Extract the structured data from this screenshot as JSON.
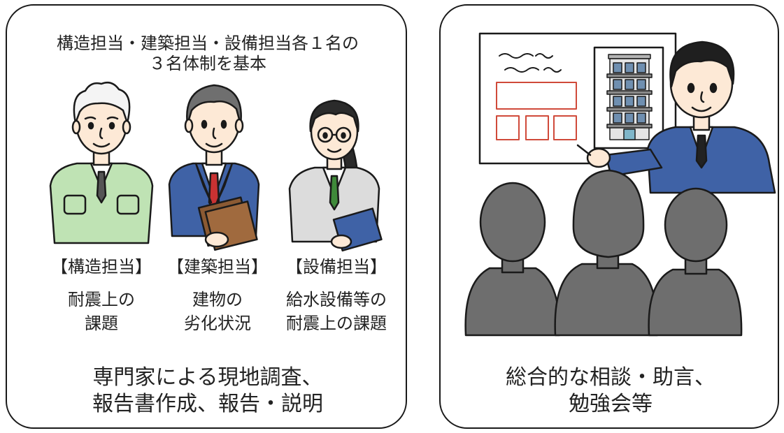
{
  "left_panel": {
    "header_lines": [
      "構造担当・建築担当・設備担当各１名の",
      "３名体制を基本"
    ],
    "experts": [
      {
        "role": "【構造担当】",
        "desc_lines": [
          "耐震上の",
          "課題"
        ]
      },
      {
        "role": "【建築担当】",
        "desc_lines": [
          "建物の",
          "劣化状況"
        ]
      },
      {
        "role": "【設備担当】",
        "desc_lines": [
          "給水設備等の",
          "耐震上の課題"
        ]
      }
    ],
    "footer_lines": [
      "専門家による現地調査、",
      "報告書作成、報告・説明"
    ]
  },
  "right_panel": {
    "footer_lines": [
      "総合的な相談・助言、",
      "勉強会等"
    ]
  },
  "colors": {
    "outline": "#1a1a1a",
    "skin": "#fde9d6",
    "suit_blue": "#3f62a6",
    "work_green": "#bfe3b4",
    "lab_coat": "#dcdcdc",
    "audience_gray": "#6e6e6e",
    "board_red": "#d04a3a",
    "folder_brown": "#8b5a33",
    "tie_red": "#c93232",
    "tie_green": "#3f8a3a"
  },
  "icons": [
    "structural-engineer-icon",
    "architect-icon",
    "equipment-engineer-icon",
    "presenter-icon",
    "presentation-board-icon",
    "building-icon",
    "audience-icon"
  ]
}
